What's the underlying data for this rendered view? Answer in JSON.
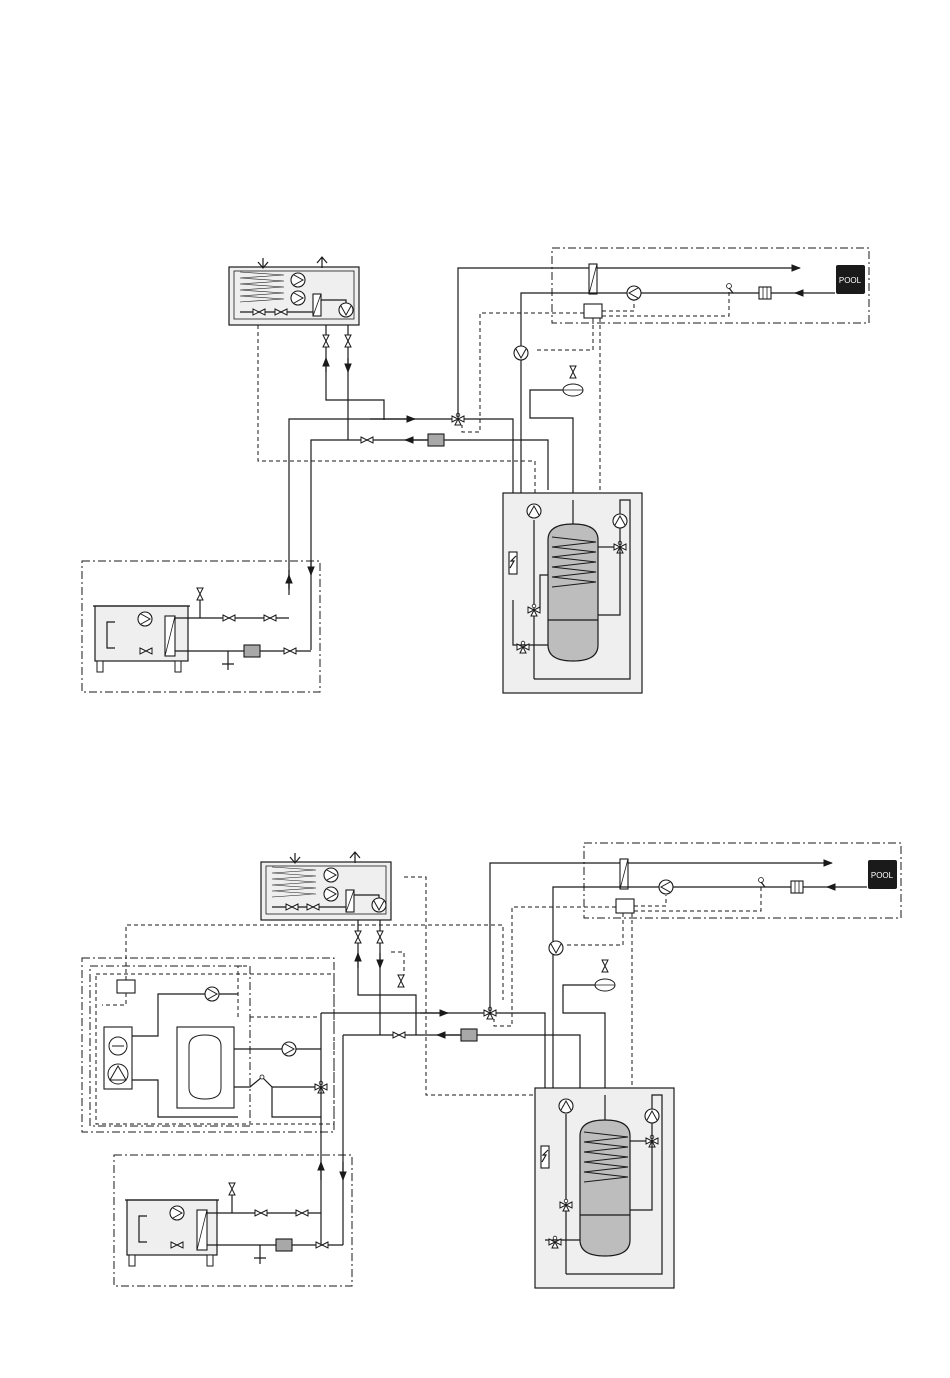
{
  "diagrams": [
    {
      "name": "upper-installation",
      "pool_label": "POOL"
    },
    {
      "name": "lower-installation",
      "pool_label": "POOL"
    }
  ],
  "colors": {
    "line": "#1a1a1a",
    "unit_fill": "#efefef",
    "tank_fill": "#bdbdbd",
    "device_fill": "#a8a8a8",
    "pool_fill": "#1a1a1a",
    "pool_text": "#ffffff"
  },
  "icons": [
    "pump-icon",
    "valve-icon",
    "three-way-valve-icon",
    "expansion-vessel-icon",
    "heat-exchanger-icon",
    "filter-icon",
    "arrow-icon",
    "pool-icon"
  ]
}
